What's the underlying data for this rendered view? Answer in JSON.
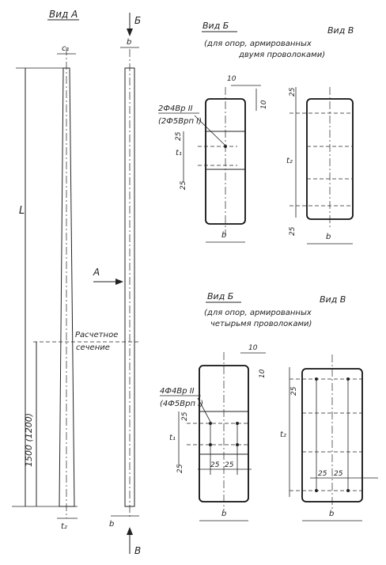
{
  "labels": {
    "view_a": "Вид А",
    "view_b_top": "Б",
    "view_b_bottom": "В",
    "arrow_a": "А",
    "c1": "с₁",
    "b_top": "b",
    "b_bottom": "b",
    "t2_bottom": "t₂",
    "L": "L",
    "dim_1500": "1500 (1200)",
    "calc_section_1": "Расчетное",
    "calc_section_2": "сечение"
  },
  "upper": {
    "view_b": "Вид Б",
    "view_v": "Вид В",
    "caption_1": "(для опор, армированных",
    "caption_2": "двумя проволоками)",
    "rebar": "2Ф4Вр II",
    "rebar_alt": "(2Ф5Врп I)",
    "d10_h": "10",
    "d10_v": "10",
    "d25_a": "25",
    "d25_b": "25",
    "t1": "t₁",
    "t2": "t₂",
    "d25_c": "25",
    "d25_d": "25",
    "b_left": "b",
    "b_right": "b"
  },
  "lower": {
    "view_b": "Вид Б",
    "view_v": "Вид В",
    "caption_1": "(для опор, армированных",
    "caption_2": "четырьмя проволоками)",
    "rebar": "4Ф4Вр II",
    "rebar_alt": "(4Ф5Врп I)",
    "d10_h": "10",
    "d10_v": "10",
    "d25_a": "25",
    "t1": "t₁",
    "d25_b": "25",
    "d25_c": "25",
    "d25_d": "25",
    "t2": "t₂",
    "d25_e": "25",
    "d25_f": "25",
    "d25_g": "25",
    "b_left": "b",
    "b_right": "b"
  }
}
